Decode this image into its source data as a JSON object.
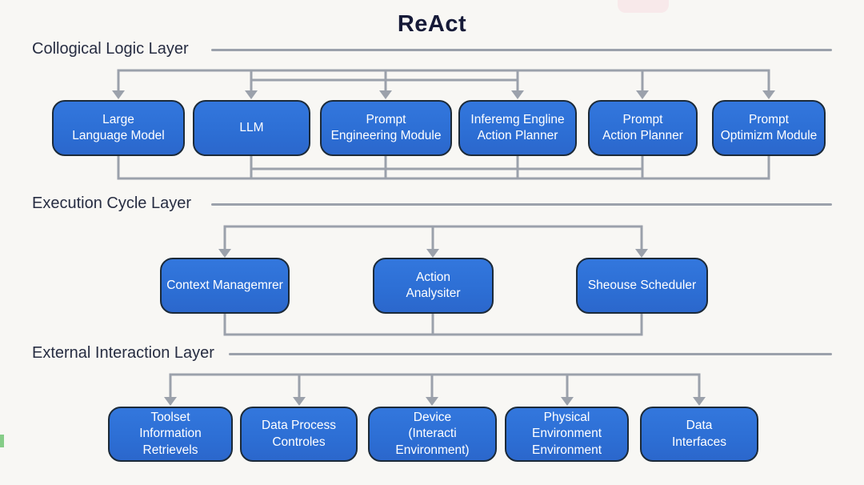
{
  "title": "ReAct",
  "colors": {
    "background": "#f8f7f4",
    "box_fill": "#2d6fd5",
    "box_border": "#1c2a38",
    "box_text": "#ffffff",
    "line": "#9ba1ab",
    "label_text": "#272d42",
    "title_text": "#161a38"
  },
  "layers": [
    {
      "label": "Collogical Logic Layer",
      "boxes": [
        {
          "label": "Large\nLanguage Model"
        },
        {
          "label": "LLM"
        },
        {
          "label": "Prompt\nEngineering Module"
        },
        {
          "label": "Inferemg Engline\nAction Planner"
        },
        {
          "label": "Prompt\nAction Planner"
        },
        {
          "label": "Prompt\nOptimizm Module"
        }
      ]
    },
    {
      "label": "Execution Cycle Layer",
      "boxes": [
        {
          "label": "Context Managemrer"
        },
        {
          "label": "Action\nAnalysiter"
        },
        {
          "label": "Sheouse Scheduler"
        }
      ]
    },
    {
      "label": "External Interaction Layer",
      "boxes": [
        {
          "label": "Toolset\nInformation Retrievels"
        },
        {
          "label": "Data Process\nControles"
        },
        {
          "label": "Device\n(Interacti Environment)"
        },
        {
          "label": "Physical Environment\nEnvironment"
        },
        {
          "label": "Data\nInterfaces"
        }
      ]
    }
  ]
}
